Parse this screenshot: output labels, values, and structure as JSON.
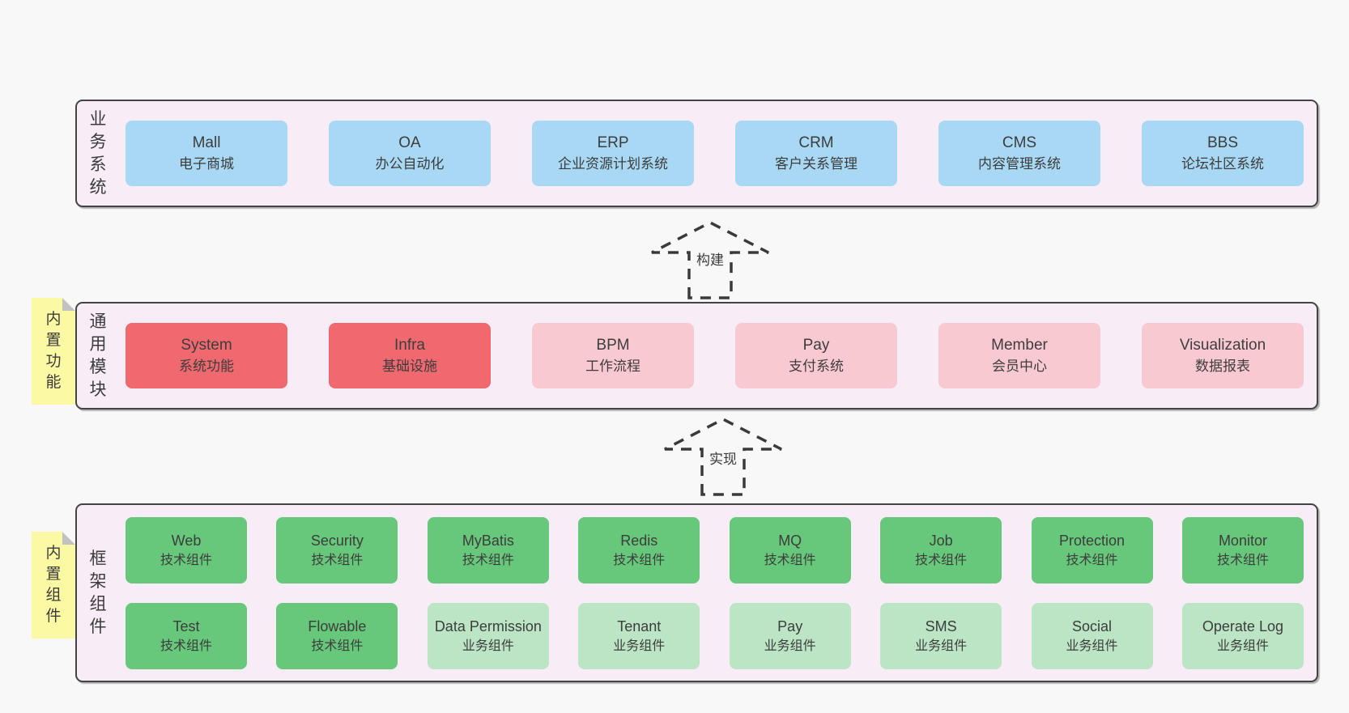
{
  "colors": {
    "page_bg": "#f8f8f8",
    "panel_bg": "#f8edf7",
    "panel_border": "#434343",
    "box_blue": "#a8d8f3",
    "box_red": "#ef696e",
    "box_pink": "#f9c9d1",
    "box_green": "#67c77a",
    "box_light_green": "#bbe5c4",
    "note_yellow": "#fbf9a4",
    "text": "#3d3d3d"
  },
  "arrows": {
    "build": "构建",
    "implement": "实现"
  },
  "panels": {
    "business": {
      "label": "业务系统",
      "boxes": [
        {
          "name": "Mall",
          "desc": "电子商城",
          "variant": "blue"
        },
        {
          "name": "OA",
          "desc": "办公自动化",
          "variant": "blue"
        },
        {
          "name": "ERP",
          "desc": "企业资源计划系统",
          "variant": "blue"
        },
        {
          "name": "CRM",
          "desc": "客户关系管理",
          "variant": "blue"
        },
        {
          "name": "CMS",
          "desc": "内容管理系统",
          "variant": "blue"
        },
        {
          "name": "BBS",
          "desc": "论坛社区系统",
          "variant": "blue"
        }
      ]
    },
    "modules": {
      "label": "通用模块",
      "note": "内置功能",
      "boxes": [
        {
          "name": "System",
          "desc": "系统功能",
          "variant": "red"
        },
        {
          "name": "Infra",
          "desc": "基础设施",
          "variant": "red"
        },
        {
          "name": "BPM",
          "desc": "工作流程",
          "variant": "pink"
        },
        {
          "name": "Pay",
          "desc": "支付系统",
          "variant": "pink"
        },
        {
          "name": "Member",
          "desc": "会员中心",
          "variant": "pink"
        },
        {
          "name": "Visualization",
          "desc": "数据报表",
          "variant": "pink"
        }
      ]
    },
    "components": {
      "label": "框架组件",
      "note": "内置组件",
      "row1": [
        {
          "name": "Web",
          "desc": "技术组件",
          "variant": "green"
        },
        {
          "name": "Security",
          "desc": "技术组件",
          "variant": "green"
        },
        {
          "name": "MyBatis",
          "desc": "技术组件",
          "variant": "green"
        },
        {
          "name": "Redis",
          "desc": "技术组件",
          "variant": "green"
        },
        {
          "name": "MQ",
          "desc": "技术组件",
          "variant": "green"
        },
        {
          "name": "Job",
          "desc": "技术组件",
          "variant": "green"
        },
        {
          "name": "Protection",
          "desc": "技术组件",
          "variant": "green"
        },
        {
          "name": "Monitor",
          "desc": "技术组件",
          "variant": "green"
        }
      ],
      "row2": [
        {
          "name": "Test",
          "desc": "技术组件",
          "variant": "green"
        },
        {
          "name": "Flowable",
          "desc": "技术组件",
          "variant": "green"
        },
        {
          "name": "Data Permission",
          "desc": "业务组件",
          "variant": "lightgreen"
        },
        {
          "name": "Tenant",
          "desc": "业务组件",
          "variant": "lightgreen"
        },
        {
          "name": "Pay",
          "desc": "业务组件",
          "variant": "lightgreen"
        },
        {
          "name": "SMS",
          "desc": "业务组件",
          "variant": "lightgreen"
        },
        {
          "name": "Social",
          "desc": "业务组件",
          "variant": "lightgreen"
        },
        {
          "name": "Operate Log",
          "desc": "业务组件",
          "variant": "lightgreen"
        }
      ]
    }
  }
}
